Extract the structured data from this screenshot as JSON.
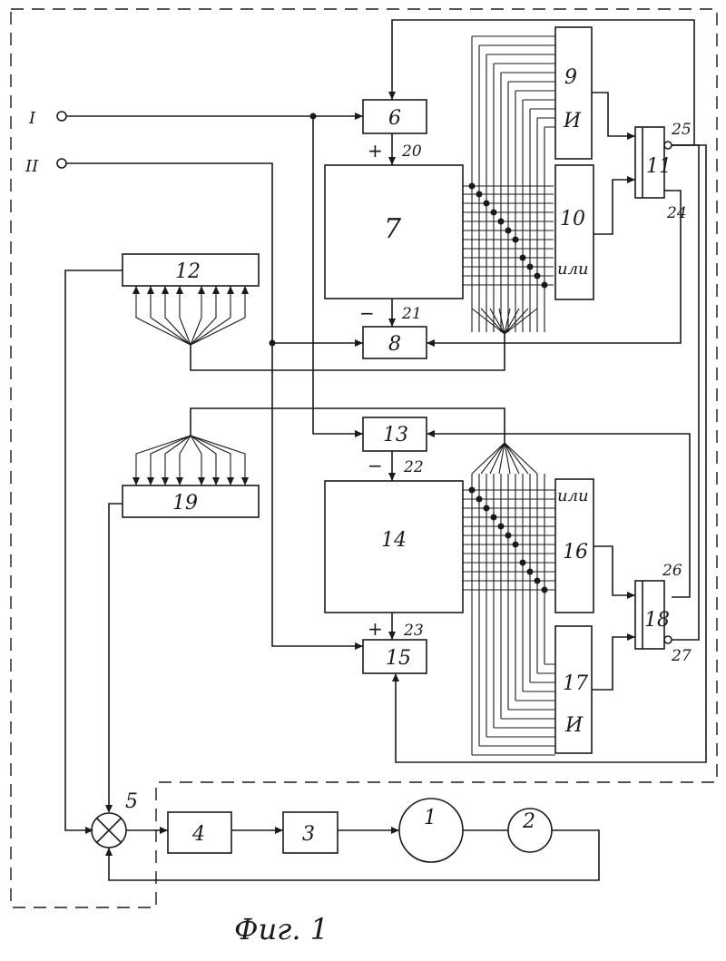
{
  "inputs": {
    "in1": "I",
    "in2": "II"
  },
  "blocks": {
    "b1": "1",
    "b2": "2",
    "b3": "3",
    "b4": "4",
    "b5": "5",
    "b6": "6",
    "b7": "7",
    "b8": "8",
    "b9": "9",
    "b10": "10",
    "b11": "11",
    "b12": "12",
    "b13": "13",
    "b14": "14",
    "b15": "15",
    "b16": "16",
    "b17": "17",
    "b18": "18",
    "b19": "19"
  },
  "gate_labels": {
    "and9": "И",
    "or10": "или",
    "or16": "или",
    "and17": "И"
  },
  "pins": {
    "p20": "20",
    "p21": "21",
    "p22": "22",
    "p23": "23",
    "p24": "24",
    "p25": "25",
    "p26": "26",
    "p27": "27"
  },
  "signs": {
    "plus7": "+",
    "minus7": "−",
    "minus14": "−",
    "plus14": "+"
  },
  "caption": "Фиг. 1"
}
